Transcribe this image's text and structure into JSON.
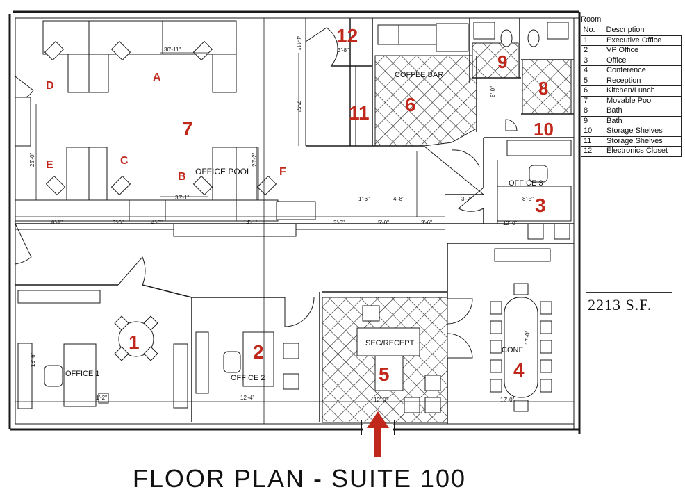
{
  "title": "FLOOR PLAN - SUITE 100",
  "square_footage": "2213 S.F.",
  "legend": {
    "heading_line1": "Room",
    "col_no": "No.",
    "col_desc": "Description",
    "rows": [
      {
        "no": "1",
        "desc": "Executive Office"
      },
      {
        "no": "2",
        "desc": "VP Office"
      },
      {
        "no": "3",
        "desc": "Office"
      },
      {
        "no": "4",
        "desc": "Conference"
      },
      {
        "no": "5",
        "desc": "Reception"
      },
      {
        "no": "6",
        "desc": "Kitchen/Lunch"
      },
      {
        "no": "7",
        "desc": "Movable Pool"
      },
      {
        "no": "8",
        "desc": "Bath"
      },
      {
        "no": "9",
        "desc": "Bath"
      },
      {
        "no": "10",
        "desc": "Storage Shelves"
      },
      {
        "no": "11",
        "desc": "Storage Shelves"
      },
      {
        "no": "12",
        "desc": "Electronics Closet"
      }
    ]
  },
  "room_numbers": {
    "r1": "1",
    "r2": "2",
    "r3": "3",
    "r4": "4",
    "r5": "5",
    "r6": "6",
    "r7": "7",
    "r8": "8",
    "r9": "9",
    "r10": "10",
    "r11": "11",
    "r12": "12"
  },
  "station_letters": {
    "a": "A",
    "b": "B",
    "c": "C",
    "d": "D",
    "e": "E",
    "f": "F"
  },
  "room_labels": {
    "office_pool": "OFFICE POOL",
    "coffee_bar": "COFFEE BAR",
    "office1": "OFFICE 1",
    "office2": "OFFICE 2",
    "office3": "OFFICE 3",
    "sec_recept": "SEC/RECEPT",
    "conf": "CONF"
  },
  "dimensions": {
    "d30_11": "30'-11\"",
    "d33_1": "33'-1\"",
    "d8_1": "8'-1\"",
    "d3_6a": "3'-6\"",
    "d4_0a": "4'-0\"",
    "d14_1": "14'-1\"",
    "d3_6b": "3'-6\"",
    "d5_0": "5'-0\"",
    "d3_6c": "3'-6\"",
    "d12_0a": "12'-0\"",
    "d12_4": "12'-4\"",
    "d12_0b": "12'-0\"",
    "d12_0c": "12'-0\"",
    "d7_5": "7'-5\"",
    "d4_11": "4'-11\"",
    "d3_8": "3'-8\"",
    "d6_0": "6'-0\"",
    "d25_0": "25'-0\"",
    "d20_2": "20'-2\"",
    "d1_6": "1'-6\"",
    "d4_8": "4'-8\"",
    "d3_7": "3'-7\"",
    "d8_5": "8'-5\"",
    "d17_0": "17'-0\"",
    "d1_2": "1'-2\"",
    "d13_6": "13'-6\""
  },
  "colors": {
    "room_number": "#c0281c",
    "line": "#1a1a1a",
    "arrow": "#c0281c"
  }
}
